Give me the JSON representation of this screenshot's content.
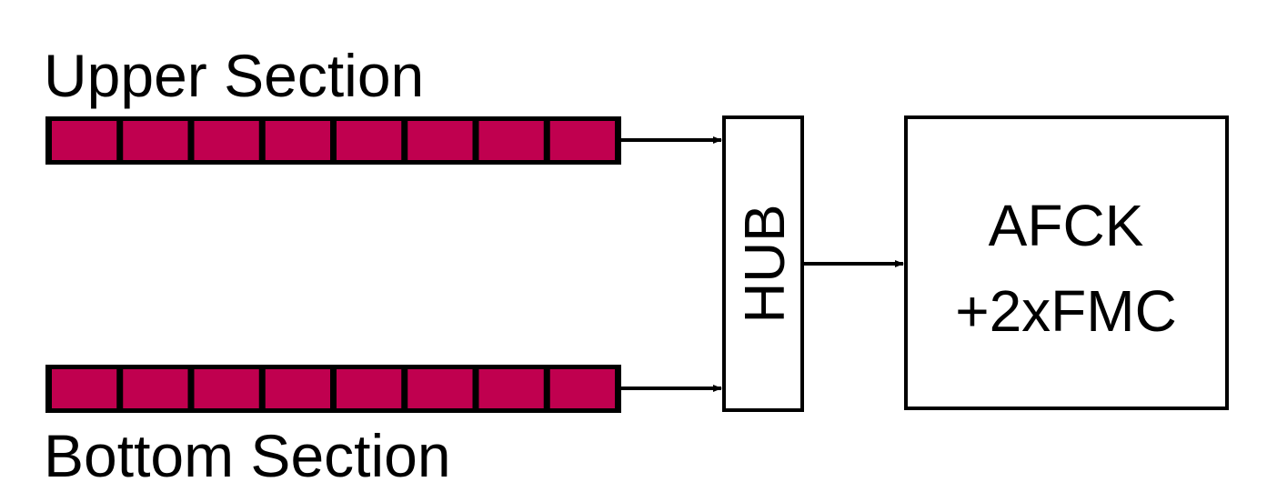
{
  "colors": {
    "cell_fill": "#c0004f",
    "stroke": "#000000",
    "background": "#ffffff"
  },
  "upper_section": {
    "label": "Upper Section",
    "cell_count": 8
  },
  "bottom_section": {
    "label": "Bottom Section",
    "cell_count": 8
  },
  "hub": {
    "label": "HUB"
  },
  "afck": {
    "line1": "AFCK",
    "line2": "+2xFMC"
  }
}
